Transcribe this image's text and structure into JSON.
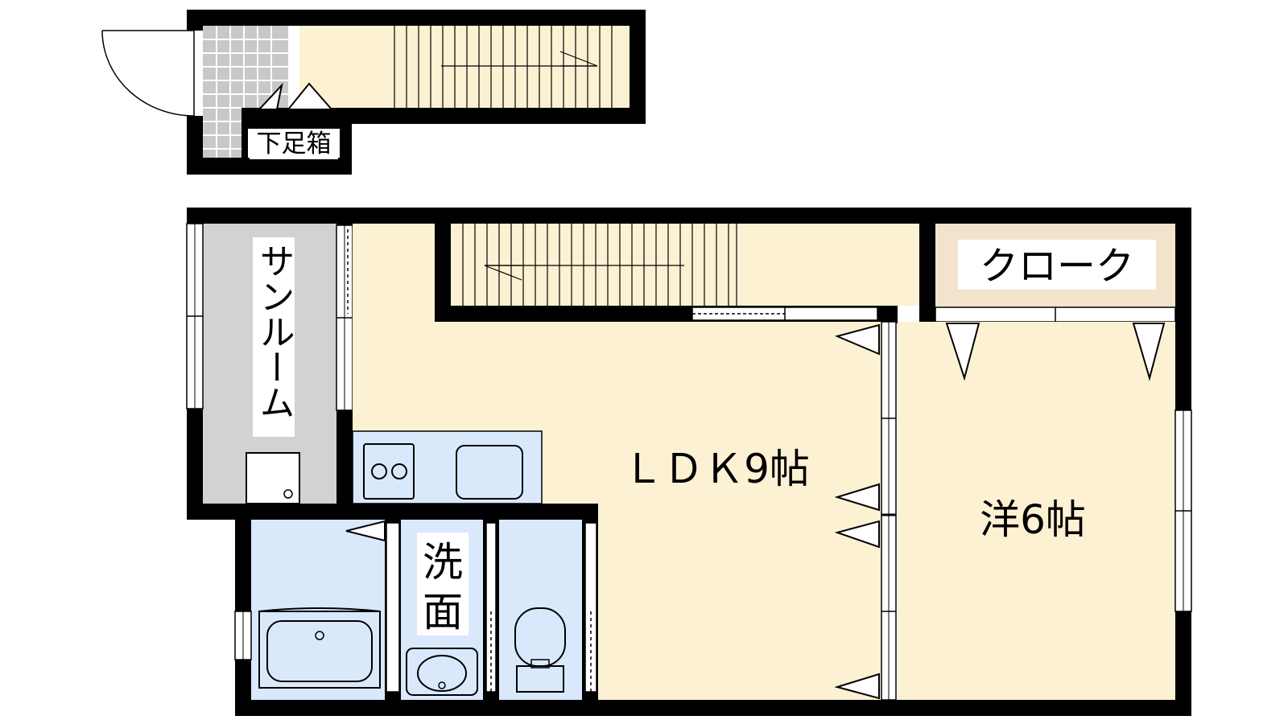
{
  "floor_plan": {
    "rooms": {
      "sunroom": "サンルーム",
      "closet": "クローク",
      "ldk": "ＬＤＫ9帖",
      "western_room": "洋6帖",
      "washroom_line1": "洗",
      "washroom_line2": "面",
      "shoe_box": "下足箱"
    }
  },
  "colors": {
    "wall": "#000000",
    "floor_wood": "#fdf1d3",
    "wet_area": "#dae8fb",
    "sunroom_floor": "#d2d2d2",
    "entrance_tile": "#c8c8c8",
    "closet_floor": "#f3e3cd"
  }
}
